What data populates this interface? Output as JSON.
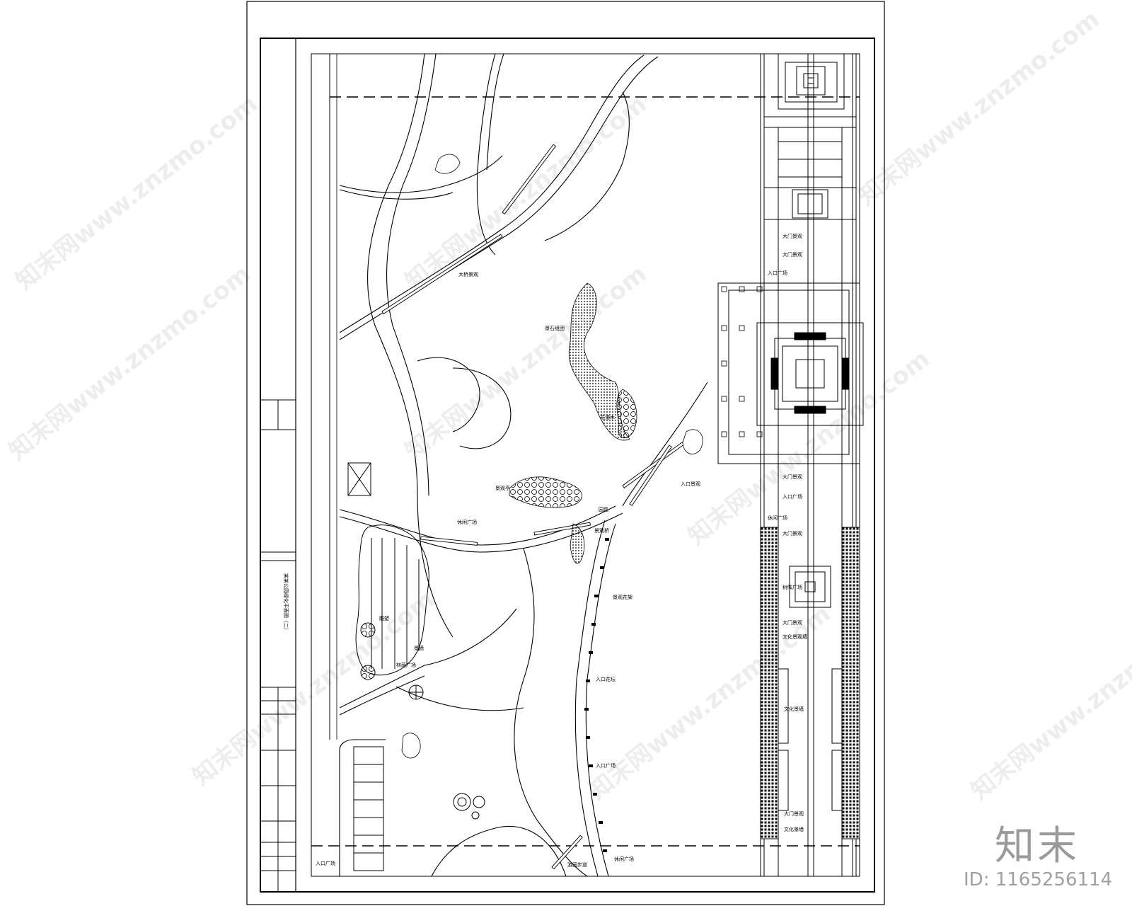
{
  "drawing": {
    "title_block_text": "某某公园绿化平面图（二）",
    "labels": [
      "大桥景观",
      "大门景观",
      "大门景观",
      "入口广场",
      "景石组团",
      "花灌木",
      "景观亭",
      "休闲广场",
      "园路",
      "景观桥",
      "入口景观",
      "大门景观",
      "入口广场",
      "休闲广场",
      "大门景观",
      "树阵广场",
      "景观花架",
      "雕塑",
      "林荫广场",
      "景墙",
      "入口花坛",
      "入口广场",
      "游园步道",
      "休闲广场",
      "入口广场",
      "大门景观",
      "文化景观墙",
      "文化景墙",
      "大门景观",
      "文化景墙"
    ]
  },
  "watermark": {
    "text": "知末网www.znzmo.com"
  },
  "brand": {
    "logo": "知末",
    "id_text": "ID: 1165256114"
  }
}
